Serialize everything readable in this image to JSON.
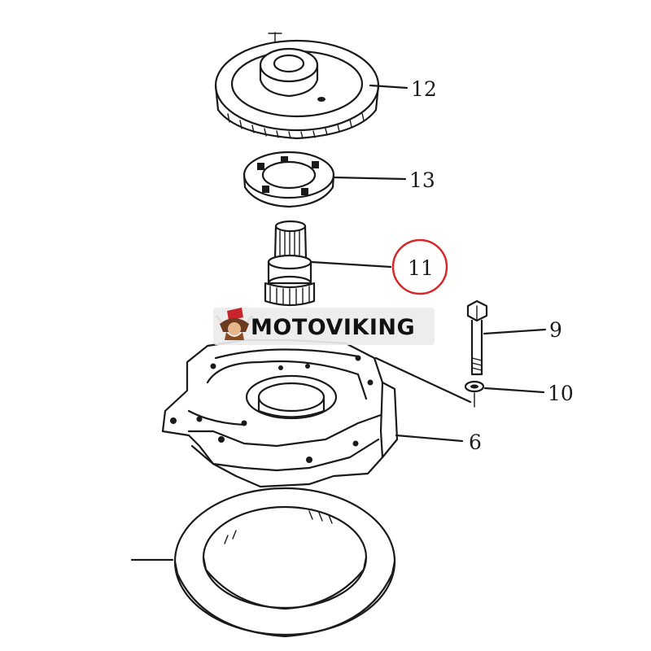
{
  "watermark": {
    "brand_text": "MOTOVIKING",
    "logo_icon": "viking-warrior-logo-icon"
  },
  "callouts": [
    {
      "id": "12",
      "label": "12"
    },
    {
      "id": "13",
      "label": "13"
    },
    {
      "id": "11",
      "label": "11",
      "highlighted": true
    },
    {
      "id": "9",
      "label": "9"
    },
    {
      "id": "10",
      "label": "10"
    },
    {
      "id": "6",
      "label": "6"
    }
  ],
  "colors": {
    "highlight_circle": "#d42a2a",
    "line_art": "#1a1a1a",
    "watermark_background": "#ececec"
  }
}
